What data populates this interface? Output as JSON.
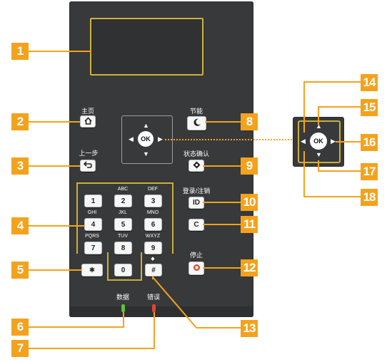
{
  "callouts": [
    "1",
    "2",
    "3",
    "4",
    "5",
    "6",
    "7",
    "8",
    "9",
    "10",
    "11",
    "12",
    "13",
    "14",
    "15",
    "16",
    "17",
    "18"
  ],
  "labels": {
    "home": "主页",
    "back": "上一步",
    "energy_saver": "节能",
    "status_monitor": "状态确认",
    "id_login": "登录/注销",
    "stop": "停止",
    "data": "数据",
    "error": "错误"
  },
  "keypad": {
    "letters": [
      "ABC",
      "DEF",
      "GHI",
      "JKL",
      "MNO",
      "PQRS",
      "TUV",
      "WXYZ"
    ],
    "digits": [
      "1",
      "2",
      "3",
      "4",
      "5",
      "6",
      "7",
      "8",
      "9",
      "0"
    ],
    "star": "✱",
    "hash": "#",
    "hash_top": "◆"
  },
  "buttons": {
    "ok": "OK",
    "id": "ID",
    "clear": "C"
  },
  "icons": {
    "home": "home-icon",
    "back": "back-arrow-icon",
    "energy": "moon-icon",
    "status": "status-diamond-icon",
    "stop": "stop-icon"
  },
  "colors": {
    "callout": "#f4a21c",
    "panel": "#38393b",
    "data_led": "#5cc33b",
    "error_led": "#e0452b"
  }
}
